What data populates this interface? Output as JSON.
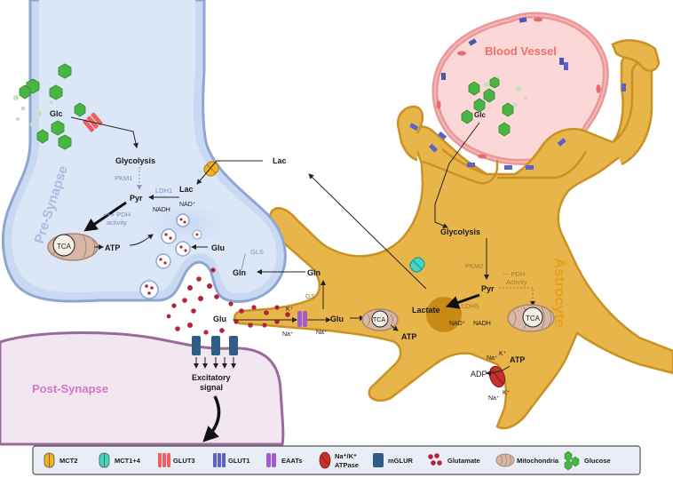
{
  "regions": {
    "pre_synapse": "Pre-Synapse",
    "post_synapse": "Post-Synapse",
    "astrocyte": "Astrocyte",
    "blood_vessel": "Blood Vessel"
  },
  "presynapse": {
    "glc": "Glc",
    "glycolysis": "Glycolysis",
    "pkm1": "PKM1",
    "lac": "Lac",
    "ldh1": "LDH1",
    "pyr": "Pyr",
    "nadh": "NADH",
    "nad_plus": "NAD⁺",
    "pdh_line1": "+++ PDH",
    "pdh_line2": "activity",
    "tca": "TCA",
    "atp": "ATP",
    "glu": "Glu",
    "gls": "GLS",
    "gln": "Gln"
  },
  "cleft": {
    "glu": "Glu",
    "k_plus": "K⁺",
    "na_plus_1": "Na⁺",
    "na_plus_2": "Na⁺",
    "excitatory_line1": "Excitatory",
    "excitatory_line2": "signal"
  },
  "astrocyte": {
    "lac": "Lac",
    "glc": "Glc",
    "glycolysis": "Glycolysis",
    "pkm2": "PKM2",
    "pyr": "Pyr",
    "pdh_line1": "--- PDH",
    "pdh_line2": "Activity",
    "lactate": "Lactate",
    "ldh5": "LDH5",
    "nad_plus": "NAD⁺",
    "nadh": "NADH",
    "gln": "Gln",
    "gs": "GS",
    "glu": "Glu",
    "tca_left": "TCA",
    "tca_right": "TCA",
    "atp_left": "ATP",
    "atp_pump": "ATP",
    "adp": "ADP",
    "na_plus_top": "Na⁺",
    "k_plus_top": "K⁺",
    "na_plus_bottom": "Na⁺",
    "k_plus_bottom": "K⁺"
  },
  "legend": [
    {
      "label": "MCT2",
      "icon": "mct2-icon",
      "color": "#f2b21e"
    },
    {
      "label": "MCT1+4",
      "icon": "mct14-icon",
      "color": "#40d6c0"
    },
    {
      "label": "GLUT3",
      "icon": "glut3-icon",
      "color": "#f06060"
    },
    {
      "label": "GLUT1",
      "icon": "glut1-icon",
      "color": "#5b63c8"
    },
    {
      "label": "EAATs",
      "icon": "eaat-icon",
      "color": "#a25ccf"
    },
    {
      "label": "Na⁺/K⁺",
      "label2": "ATPase",
      "icon": "atpase-icon",
      "color": "#c9302c"
    },
    {
      "label": "mGLUR",
      "icon": "mglur-icon",
      "color": "#2f5d86"
    },
    {
      "label": "Glutamate",
      "icon": "glutamate-icon",
      "color": "#b3243a"
    },
    {
      "label": "Mitochondria",
      "icon": "mitochondria-icon",
      "color": "#d9b7a5"
    },
    {
      "label": "Glucose",
      "icon": "glucose-icon",
      "color": "#4bb543"
    }
  ]
}
